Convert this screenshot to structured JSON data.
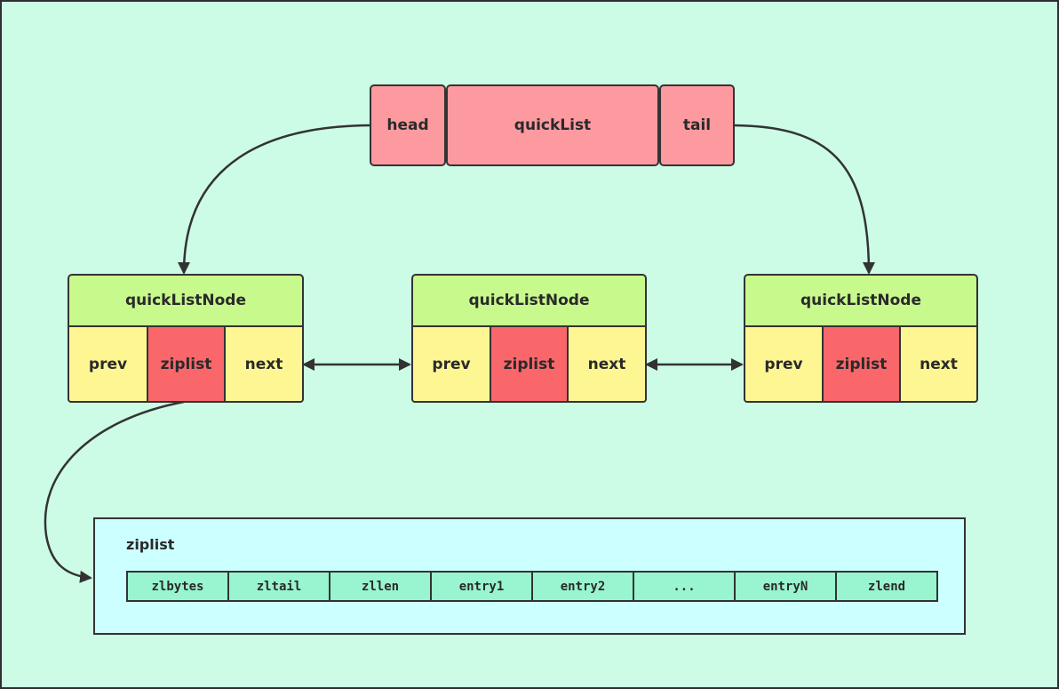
{
  "quicklist": {
    "head": "head",
    "title": "quickList",
    "tail": "tail"
  },
  "nodes": [
    {
      "title": "quickListNode",
      "prev": "prev",
      "ziplist": "ziplist",
      "next": "next"
    },
    {
      "title": "quickListNode",
      "prev": "prev",
      "ziplist": "ziplist",
      "next": "next"
    },
    {
      "title": "quickListNode",
      "prev": "prev",
      "ziplist": "ziplist",
      "next": "next"
    }
  ],
  "ziplist": {
    "title": "ziplist",
    "fields": [
      "zlbytes",
      "zltail",
      "zllen",
      "entry1",
      "entry2",
      "...",
      "entryN",
      "zlend"
    ]
  },
  "colors": {
    "background": "#ccfce6",
    "quicklist": "#fd9aa0",
    "node_title": "#c8f98d",
    "node_cell": "#fdf693",
    "node_ziplist": "#f9676b",
    "ziplist_box": "#ccffff",
    "ziplist_cell": "#99f5cf",
    "stroke": "#333333"
  }
}
